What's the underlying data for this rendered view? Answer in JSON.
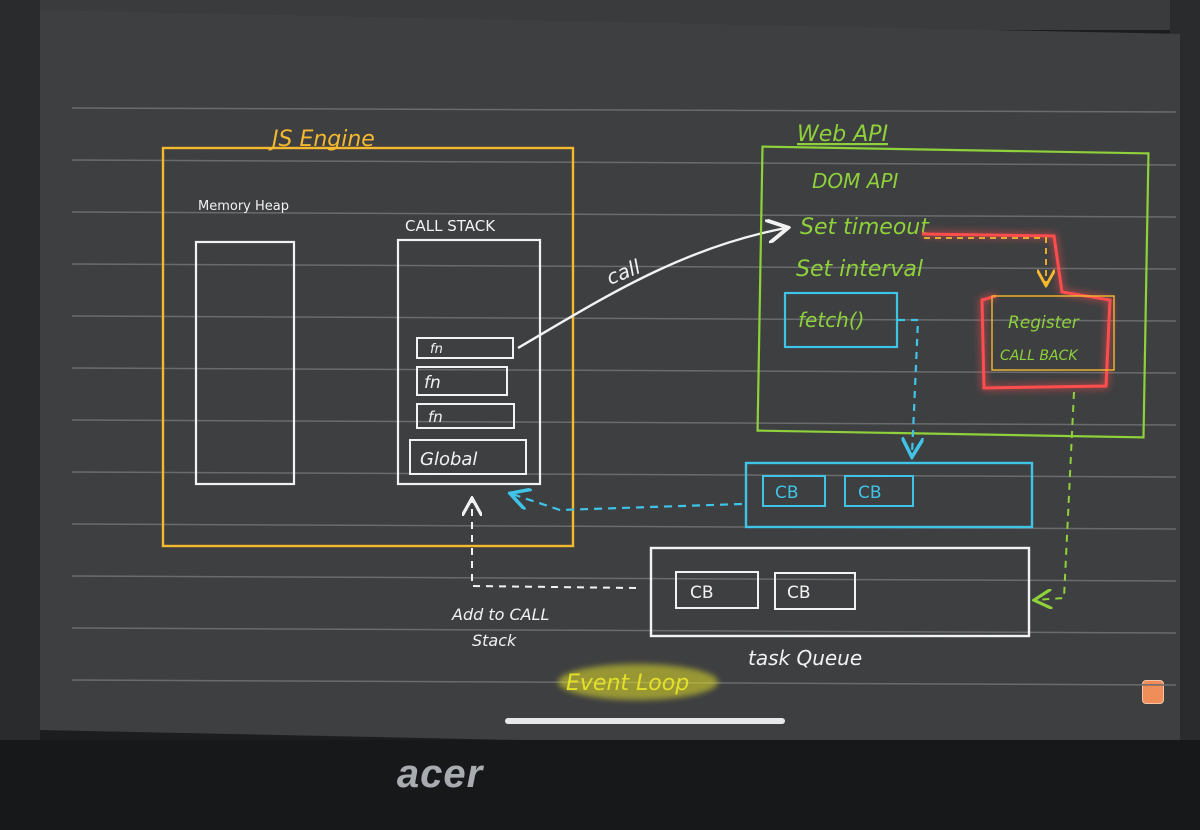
{
  "diagram": {
    "js_engine": {
      "title": "JS Engine",
      "memory_heap_label": "Memory Heap",
      "call_stack_label": "CALL STACK",
      "stack_frames": [
        "fn",
        "fn",
        "fn",
        "Global"
      ]
    },
    "web_api": {
      "title": "Web API",
      "items": [
        "DOM API",
        "Set timeout",
        "Set interval",
        "fetch()"
      ],
      "register_box": [
        "Register",
        "CALL BACK"
      ]
    },
    "microtask_queue": {
      "items": [
        "CB",
        "CB"
      ]
    },
    "task_queue": {
      "label": "task Queue",
      "items": [
        "CB",
        "CB"
      ]
    },
    "call_arrow_label": "call",
    "add_to_stack_label": [
      "Add to CALL",
      "Stack"
    ],
    "event_loop_label": "Event Loop"
  },
  "device": {
    "brand": "acer"
  },
  "colors": {
    "js_engine": "#f5b82e",
    "web_api": "#8ed13a",
    "queue_cyan": "#3fc4e8",
    "register_red": "#ff4d4d",
    "ink_white": "#f2f2f2",
    "event_loop_yellow": "#e3e02a",
    "ruled_line": "#6a6b6e"
  }
}
